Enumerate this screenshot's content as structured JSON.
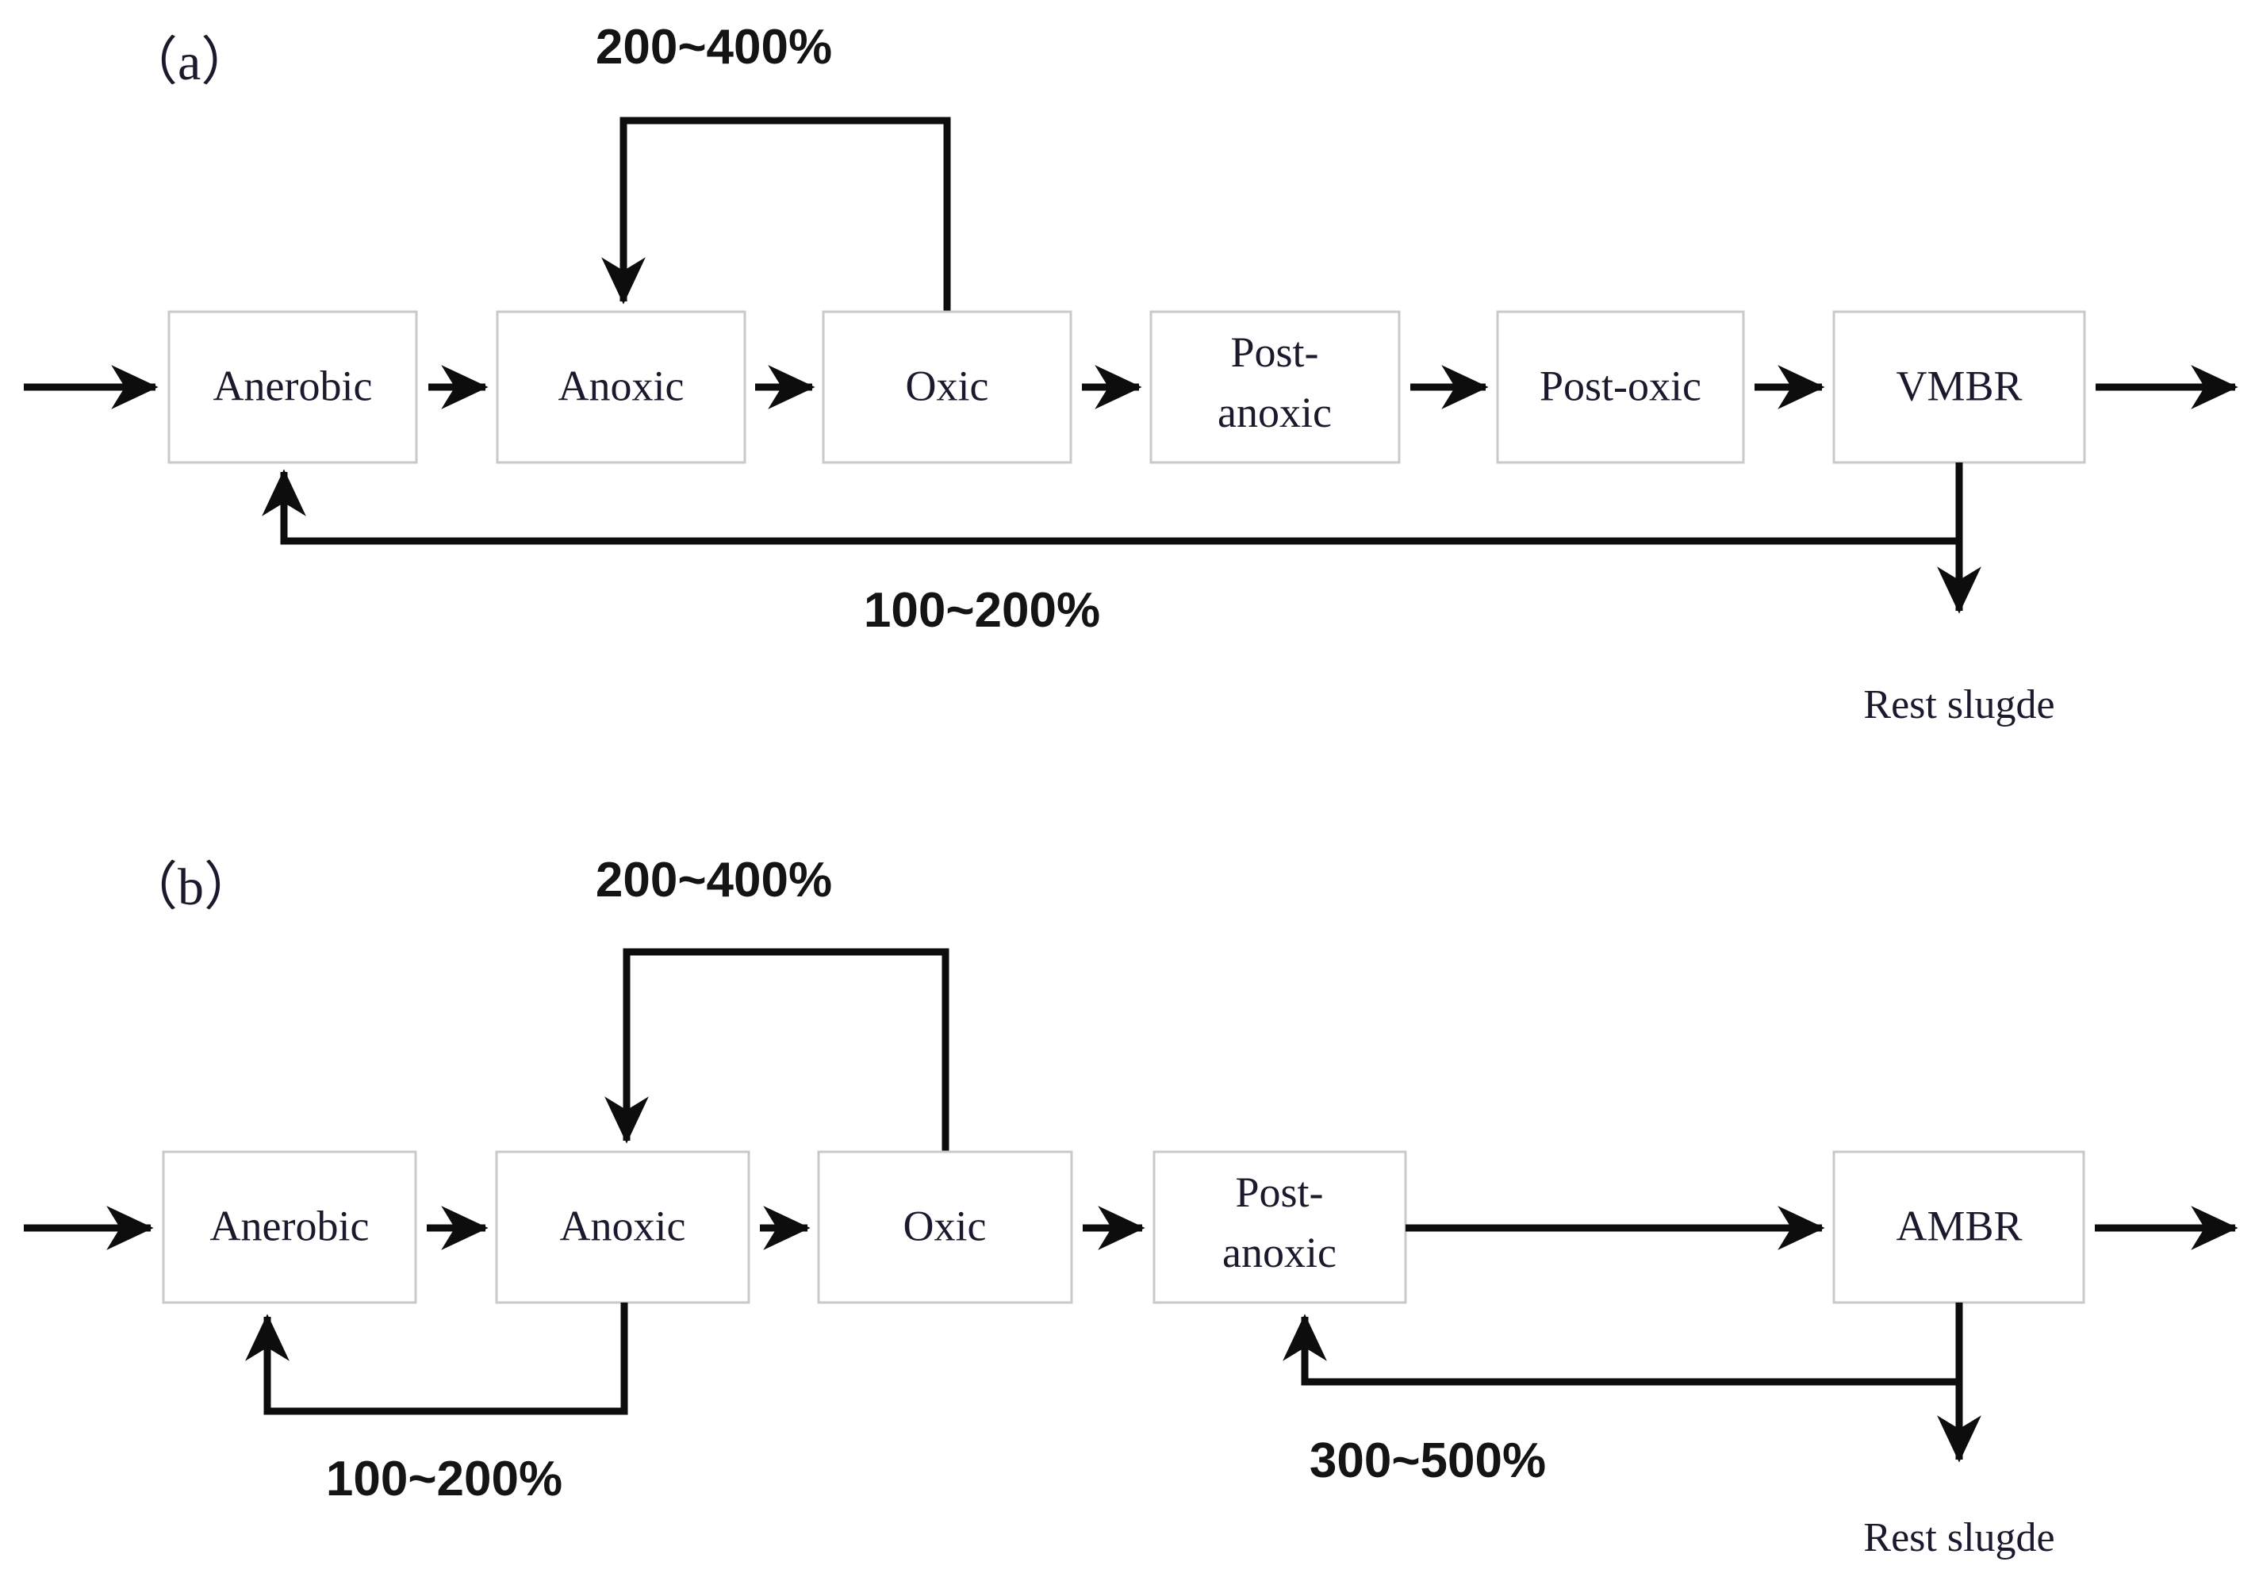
{
  "figure": {
    "panels": [
      {
        "tag": "（a）",
        "boxes": [
          {
            "id": "anerobic-a",
            "label": "Anerobic"
          },
          {
            "id": "anoxic-a",
            "label": "Anoxic"
          },
          {
            "id": "oxic-a",
            "label": "Oxic"
          },
          {
            "id": "post-anoxic-a",
            "label_line1": "Post-",
            "label_line2": "anoxic"
          },
          {
            "id": "post-oxic-a",
            "label": "Post-oxic"
          },
          {
            "id": "vmbr-a",
            "label": "VMBR"
          }
        ],
        "ratios": {
          "internal_recycle": "200~400%",
          "sludge_return": "100~200%"
        },
        "waste_label": "Rest slugde"
      },
      {
        "tag": "（b）",
        "boxes": [
          {
            "id": "anerobic-b",
            "label": "Anerobic"
          },
          {
            "id": "anoxic-b",
            "label": "Anoxic"
          },
          {
            "id": "oxic-b",
            "label": "Oxic"
          },
          {
            "id": "post-anoxic-b",
            "label_line1": "Post-",
            "label_line2": "anoxic"
          },
          {
            "id": "ambr-b",
            "label": "AMBR"
          }
        ],
        "ratios": {
          "internal_recycle": "200~400%",
          "anoxic_return": "100~200%",
          "membrane_return": "300~500%"
        },
        "waste_label": "Rest slugde"
      }
    ],
    "colors": {
      "box_stroke": "#c9c9c9",
      "box_fill": "#ffffff",
      "line": "#0d0d0d",
      "text": "#1a1a2e",
      "background": "#ffffff"
    }
  }
}
